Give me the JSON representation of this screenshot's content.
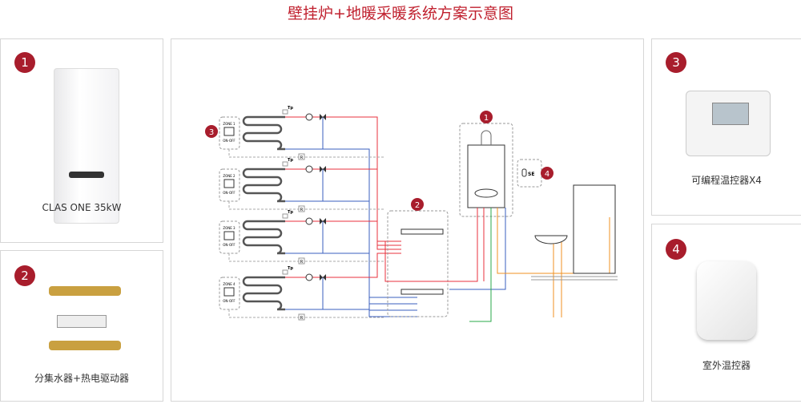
{
  "title": "壁挂炉+地暖采暖系统方案示意图",
  "panels": {
    "boiler": {
      "number": "1",
      "caption": "CLAS ONE 35kW"
    },
    "manifold": {
      "number": "2",
      "caption": "分集水器+热电驱动器"
    },
    "thermostat": {
      "number": "3",
      "caption": "可编程温控器X4"
    },
    "outdoor": {
      "number": "4",
      "caption": "室外温控器"
    }
  },
  "diagram": {
    "zones": [
      {
        "label": "ZONE 1",
        "switch": "ON-OFF"
      },
      {
        "label": "ZONE 2",
        "switch": "ON-OFF"
      },
      {
        "label": "ZONE 3",
        "switch": "ON-OFF"
      },
      {
        "label": "ZONE 4",
        "switch": "ON-OFF"
      }
    ],
    "tp_label": "Tp",
    "r_label": "R",
    "se_label": "SE",
    "markers": [
      "1",
      "2",
      "3",
      "4"
    ]
  },
  "colors": {
    "accent": "#a81d2c",
    "supply": "#e8323c",
    "return": "#3a5fbf",
    "orange": "#f09020",
    "green": "#2aa84a"
  }
}
